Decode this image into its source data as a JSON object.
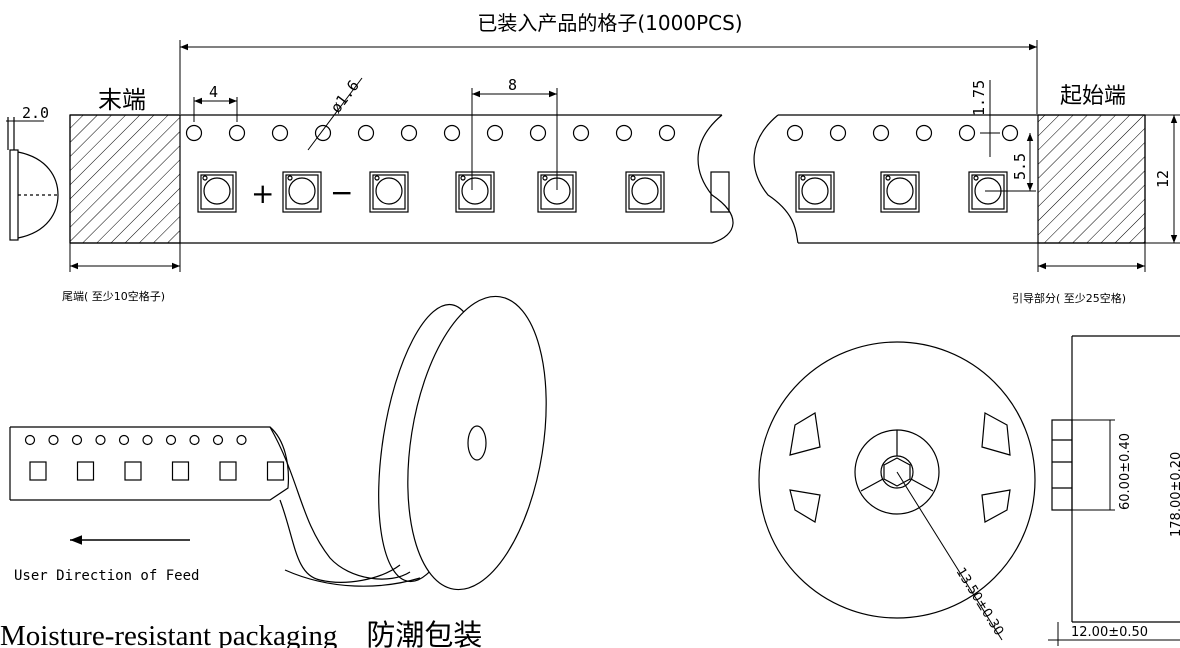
{
  "tape": {
    "title": "已装入产品的格子(1000PCS)",
    "end_label": "末端",
    "start_label": "起始端",
    "trailer_note": "尾端( 至少10空格子)",
    "leader_note": "引导部分( 至少25空格)",
    "dim_cover_thickness": "2.0",
    "dim_hole_pitch": "4",
    "dim_hole_diameter": "ø1.6",
    "dim_pocket_pitch": "8",
    "dim_hole_edge": "1.75",
    "dim_hole_to_center": "5.5",
    "dim_tape_width": "12",
    "polarity_plus": "+",
    "polarity_minus": "−"
  },
  "reel_sketch": {
    "feed_direction": "User Direction of Feed"
  },
  "reel_drawing": {
    "dim_hub_radius": "13.50±0.30",
    "dim_hub_diameter": "60.00±0.40",
    "dim_reel_diameter": "178.00±0.20",
    "dim_reel_width": "12.00±0.50"
  },
  "footer": {
    "text": "Moisture-resistant packaging    防潮包装"
  }
}
